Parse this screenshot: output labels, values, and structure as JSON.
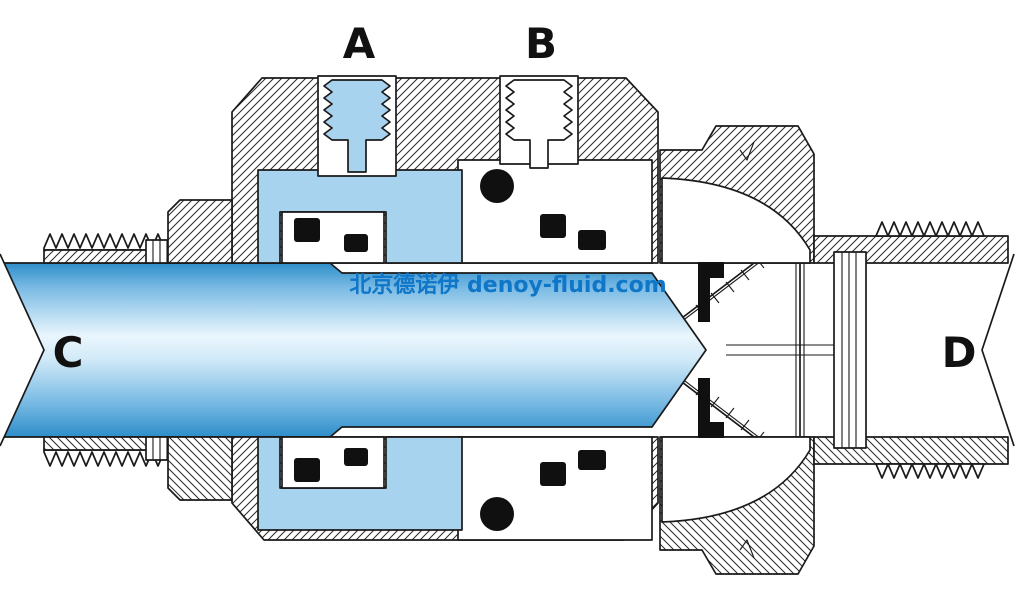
{
  "diagram": {
    "labels": {
      "port_a": "A",
      "port_b": "B",
      "pipe_c": "C",
      "pipe_d": "D"
    },
    "watermark": "北京德诺伊 denoy-fluid.com",
    "colors": {
      "outline": "#1a1a1a",
      "hatch": "#2a2a2a",
      "tube_dark": "#2e8ec9",
      "tube_mid": "#79bae4",
      "tube_light": "#eaf6fd",
      "component_blue": "#a8d3ef",
      "seal_black": "#101010",
      "watermark": "#0f76c8",
      "background": "#ffffff"
    }
  }
}
